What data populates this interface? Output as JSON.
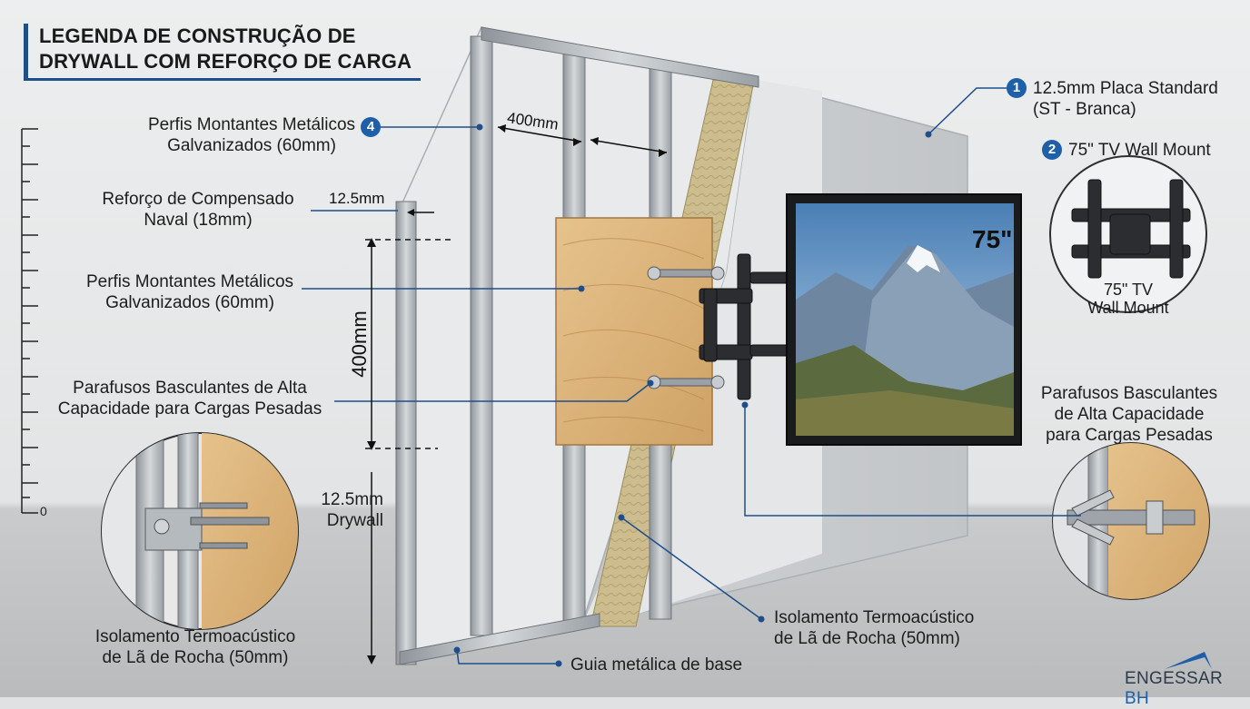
{
  "title": {
    "line1": "LEGENDA DE CONSTRUÇÃO DE",
    "line2": "DRYWALL COM REFORÇO DE CARGA"
  },
  "callouts": {
    "c1_num": "1",
    "c1_line1": "12.5mm Placa Standard",
    "c1_line2": "(ST - Branca)",
    "c2_num": "2",
    "c2_text": "75\" TV Wall Mount",
    "c4_num": "4",
    "studs_top_line1": "Perfis Montantes Metálicos",
    "studs_top_line2": "Galvanizados (60mm)",
    "plywood_line1": "Reforço de Compensado",
    "plywood_line2": "Naval (18mm)",
    "studs_mid_line1": "Perfis Montantes Metálicos",
    "studs_mid_line2": "Galvanizados (60mm)",
    "bolts_left_line1": "Parafusos Basculantes de Alta",
    "bolts_left_line2": "Capacidade para Cargas Pesadas",
    "drywall_line1": "12.5mm",
    "drywall_line2": "Drywall",
    "insul_left_line1": "Isolamento Termoacústico",
    "insul_left_line2": "de Lã de Rocha (50mm)",
    "base_track": "Guia metálica de base",
    "insul_right_line1": "Isolamento Termoacústico",
    "insul_right_line2": "de Lã de Rocha (50mm)",
    "bolts_right_line1": "Parafusos Basculantes",
    "bolts_right_line2": "de Alta Capacidade",
    "bolts_right_line3": "para Cargas Pesadas",
    "mount_detail_line1": "75\" TV",
    "mount_detail_line2": "Wall Mount"
  },
  "dimensions": {
    "stud_spacing_a": "400mm",
    "board_thickness": "12.5mm",
    "vertical_spacing": "400mm"
  },
  "tv": {
    "size_label": "75\""
  },
  "ruler": {
    "zero_label": "0"
  },
  "brand": {
    "name_part1": "ENGESSAR",
    "name_part2": " BH"
  },
  "colors": {
    "accent": "#1f5fa8",
    "plywood": "#d9b27a",
    "insulation": "#c9b98a",
    "drywall_board": "#d5d8da",
    "steel": "#b9bec3"
  }
}
